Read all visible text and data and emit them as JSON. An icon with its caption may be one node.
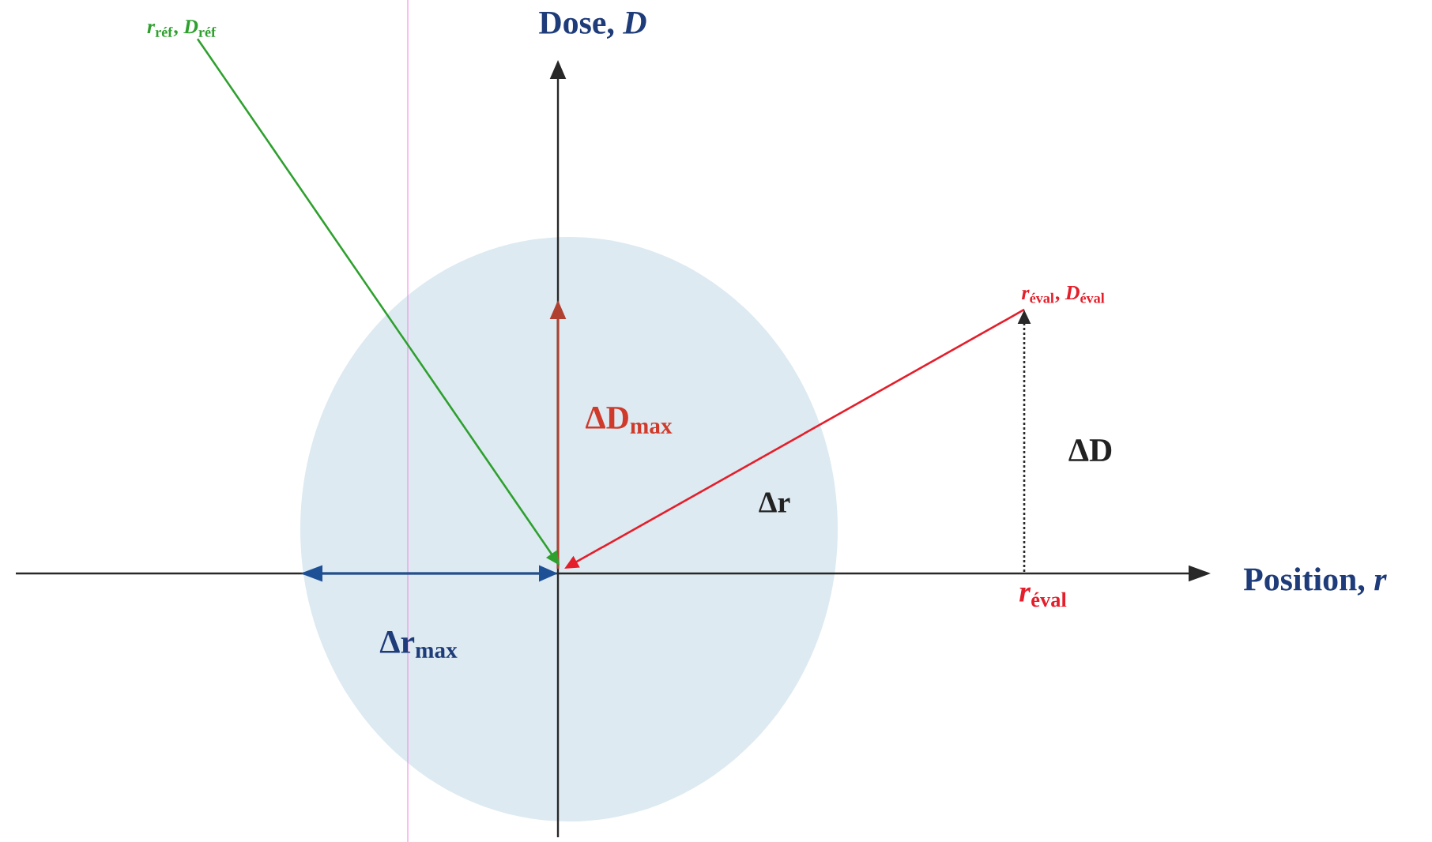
{
  "diagram": {
    "nodes": [
      {
        "text": [
          "*r*$_{réf}$, *D*$_{réf}$"
        ]
      },
      {
        "text": [
          "*r*$_{éval}$, *D*$_{éval}$"
        ]
      }
    ],
    "edges": [
      {
        "from": 0,
        "to": null,
        "arrow": "to",
        "color": "#2ea02e"
      },
      {
        "from": 1,
        "to": null,
        "arrow": "to",
        "color": "#e41e2a"
      },
      {
        "from": null,
        "to": 1,
        "arrow": "to",
        "style": "dashed",
        "color": "#282828"
      }
    ],
    "labels": [
      "Dose, *D*",
      "ΔD$_{max}$",
      "Δr",
      "ΔD",
      "Position, *r*",
      "Δr$_{max}$",
      "*r*$_{éval}$"
    ]
  }
}
